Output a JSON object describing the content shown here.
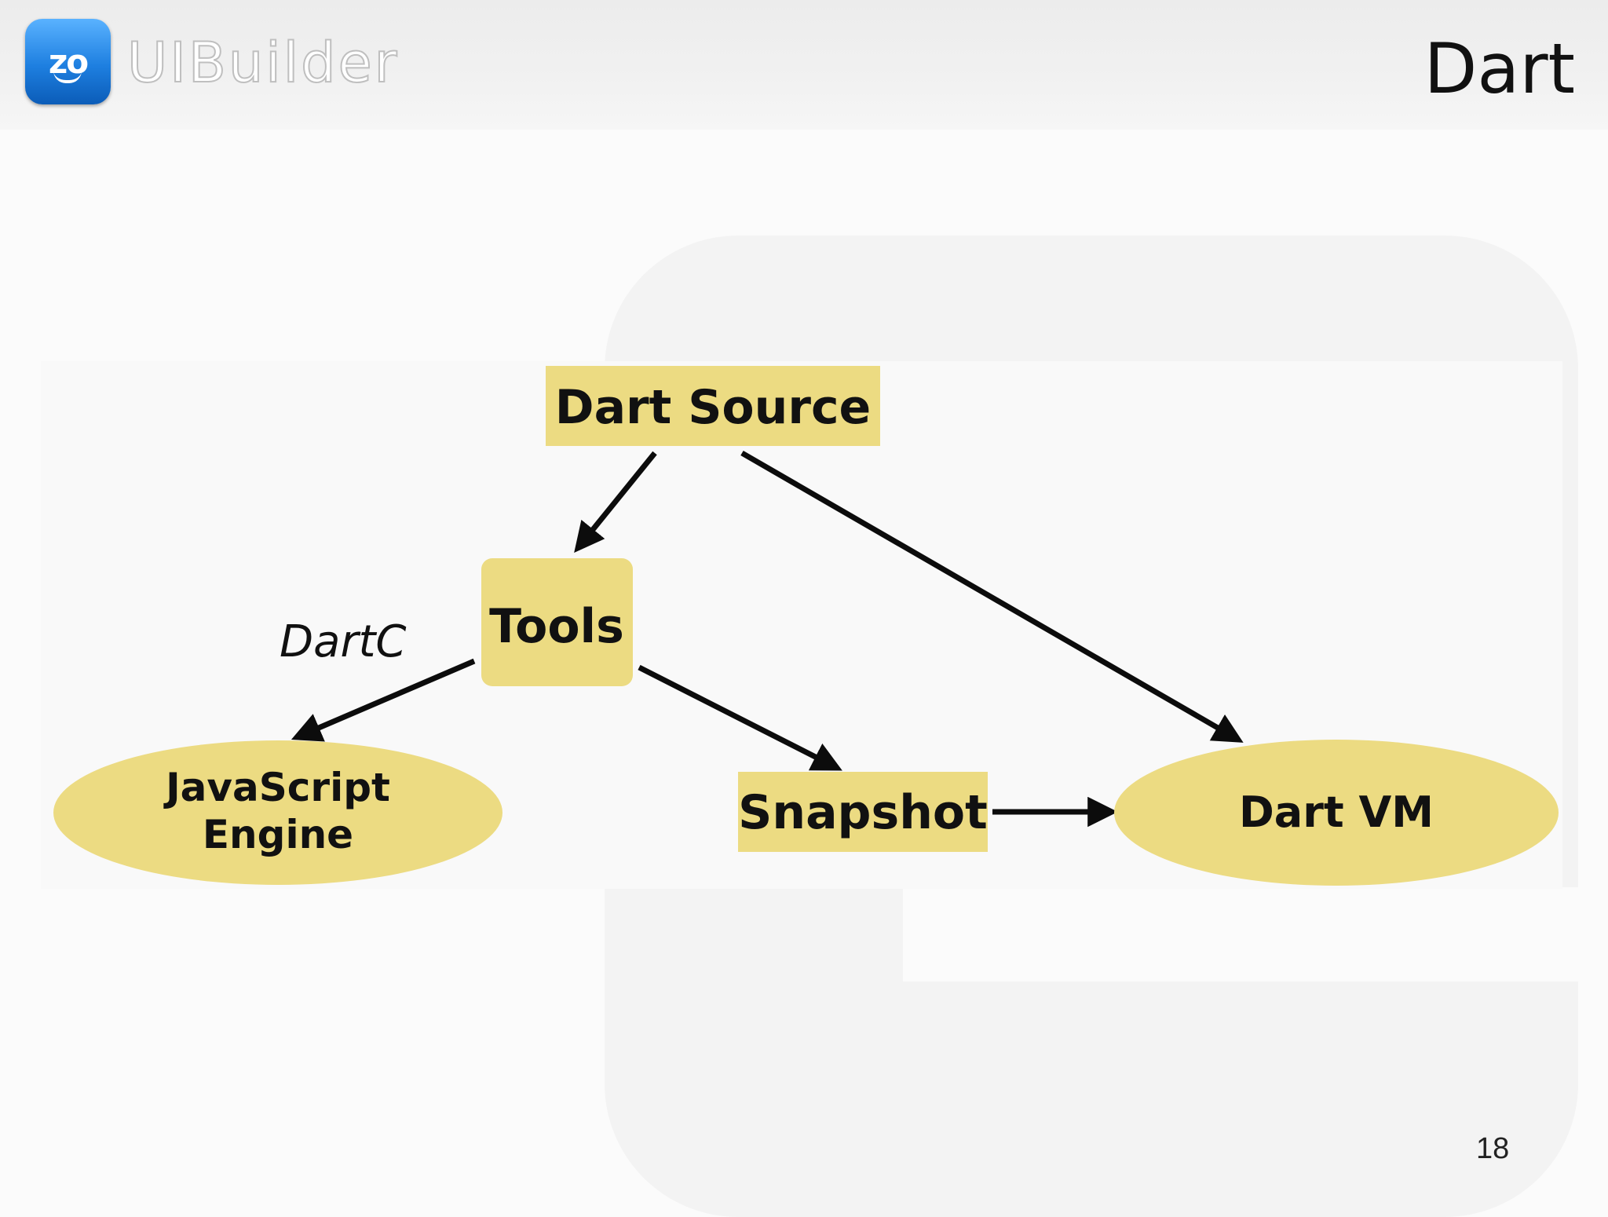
{
  "header": {
    "logo_badge": "zo",
    "logo_text": "UIBuilder",
    "title": "Dart"
  },
  "diagram": {
    "nodes": {
      "dart_source": "Dart Source",
      "tools": "Tools",
      "js_engine_line1": "JavaScript",
      "js_engine_line2": "Engine",
      "snapshot": "Snapshot",
      "dart_vm": "Dart VM"
    },
    "edge_labels": {
      "dartc": "DartC"
    },
    "edges": [
      {
        "from": "Dart Source",
        "to": "Tools"
      },
      {
        "from": "Dart Source",
        "to": "Dart VM"
      },
      {
        "from": "Tools",
        "to": "JavaScript Engine"
      },
      {
        "from": "Tools",
        "to": "Snapshot"
      },
      {
        "from": "Snapshot",
        "to": "Dart VM"
      }
    ],
    "colors": {
      "node_fill": "#ecdb82",
      "arrow": "#0c0c0c"
    }
  },
  "footer": {
    "page_number": "18"
  }
}
